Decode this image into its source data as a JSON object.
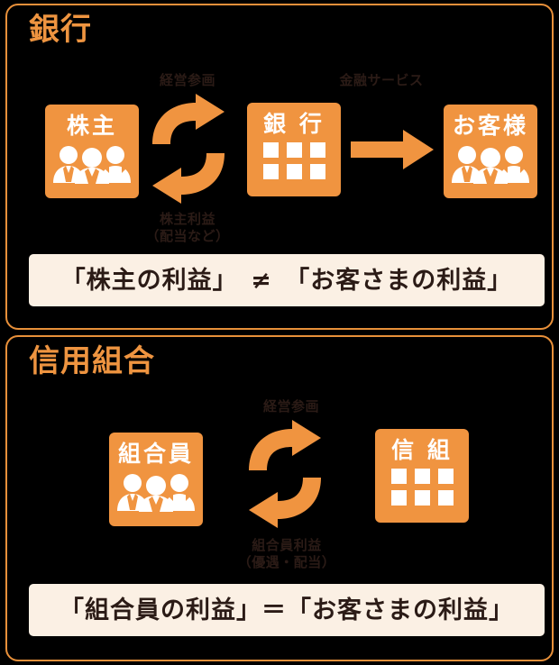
{
  "sections": [
    {
      "id": "bank",
      "title": "銀行",
      "entities": [
        {
          "name": "株主",
          "icon": "people-group-icon"
        },
        {
          "name": "銀 行",
          "icon": "bank-building-icon"
        },
        {
          "name": "お客様",
          "icon": "people-group-icon"
        }
      ],
      "flows": [
        {
          "label": "経営参画",
          "icon": "curved-arrow-right-icon"
        },
        {
          "label": "株主利益\n（配当など）",
          "label_line1": "株主利益",
          "label_line2": "（配当など）",
          "icon": "curved-arrow-left-icon"
        },
        {
          "label": "金融サービス",
          "icon": "arrow-right-icon"
        }
      ],
      "banner": "「株主の利益」　≠　「お客さまの利益」"
    },
    {
      "id": "credit-union",
      "title": "信用組合",
      "entities": [
        {
          "name": "組合員",
          "icon": "people-group-icon"
        },
        {
          "name": "信 組",
          "icon": "bank-building-icon"
        }
      ],
      "flows": [
        {
          "label": "経営参画",
          "icon": "curved-arrow-right-icon"
        },
        {
          "label": "組合員利益\n（優遇・配当）",
          "label_line1": "組合員利益",
          "label_line2": "（優遇・配当）",
          "icon": "curved-arrow-left-icon"
        }
      ],
      "banner": "「組合員の利益」＝「お客さまの利益」"
    }
  ],
  "colors": {
    "background": "#000000",
    "accent_orange": "#f09440",
    "title_orange": "#ee9440",
    "banner_background": "#fbf0e4",
    "text_dark": "#2b1b16",
    "tile_text": "#ffffff"
  }
}
